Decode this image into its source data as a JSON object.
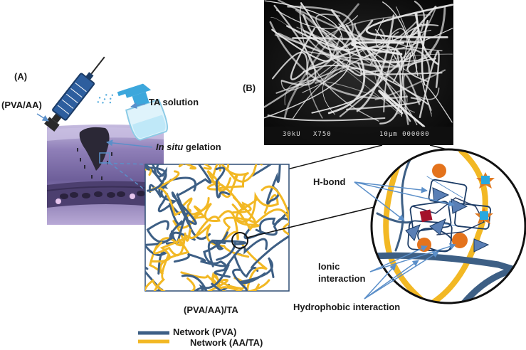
{
  "panel_a_label": "(A)",
  "panel_b_label": "(B)",
  "syringe_label": "(PVA/AA)",
  "spray_label": "TA solution",
  "gelation_label_italic": "In situ",
  "gelation_label_rest": " gelation",
  "network_caption": "(PVA/AA)/TA",
  "sem_caption": {
    "voltage": "30kU",
    "magnification": "X750",
    "scale": "10µm 000000"
  },
  "interactions": {
    "h_bond": "H-bond",
    "ionic_line1": "Ionic",
    "ionic_line2": "interaction",
    "hydrophobic": "Hydrophobic interaction"
  },
  "legend": [
    {
      "label": "Network (PVA)",
      "color": "#3d5f85"
    },
    {
      "label": "Network (AA/TA)",
      "color": "#f2b824"
    }
  ],
  "colors": {
    "pva": "#3d5f85",
    "aa_ta": "#f2b824",
    "tissue": "#8f7fb8",
    "ionic_circle": "#e4731c",
    "triangle": "#5a7fb5",
    "square": "#29a8df",
    "star": "#e07a23",
    "red_square": "#a4122b",
    "arrow": "#5b8fc9"
  }
}
